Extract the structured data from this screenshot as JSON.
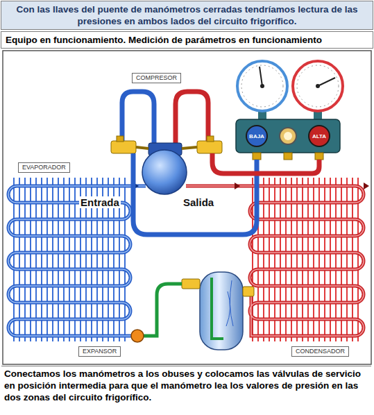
{
  "diagram": {
    "title": "Con las llaves del puente de manómetros cerradas tendríamos lectura de las presiones en ambos lados del circuito frigorífico.",
    "caption": "Conectamos los manómetros a los obuses y colocamos las válvulas de servicio en posición intermedia para que el manómetro lea los valores de presión en las dos zonas del circuito frigorífico.",
    "nodes": [
      {
        "text": [
          "Equipo en funcionamiento. Medición de parámetros en funcionamiento"
        ]
      },
      {
        "text": [
          "COMPRESOR"
        ]
      },
      {
        "text": [
          "EVAPORADOR"
        ]
      },
      {
        "text": [
          "BAJA"
        ]
      },
      {
        "text": [
          "ALTA"
        ]
      },
      {
        "text": [
          "EXPANSOR"
        ]
      },
      {
        "text": [
          "CONDENSADOR"
        ]
      }
    ],
    "labels": [
      "Entrada",
      "Salida"
    ]
  }
}
